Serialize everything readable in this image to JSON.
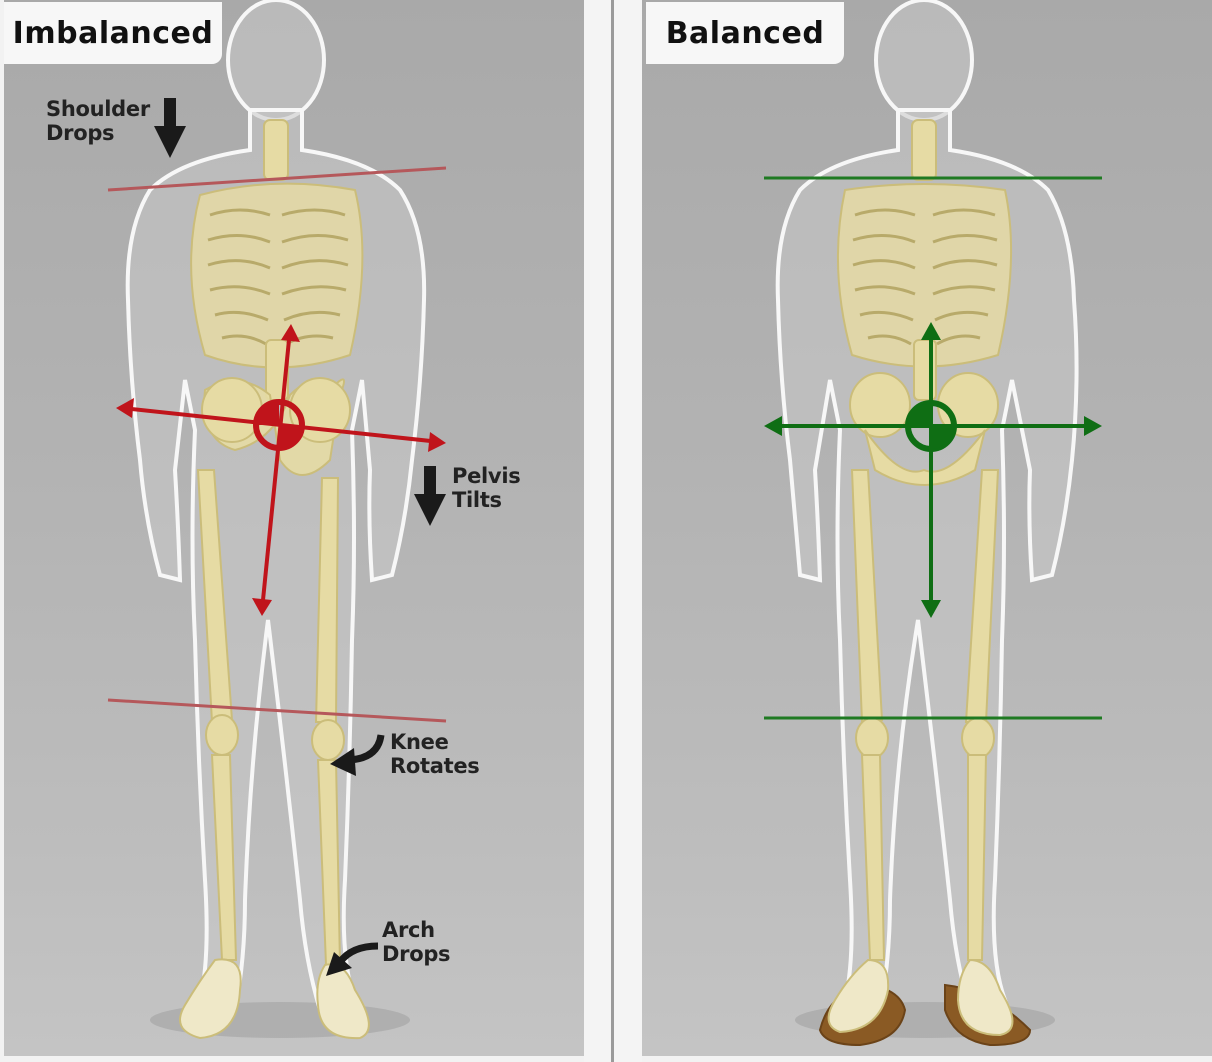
{
  "panels": {
    "left": {
      "title": "Imbalanced",
      "line_color": "#c0141b",
      "reference_line_color": "#b5585b",
      "annotations": [
        {
          "id": "shoulder",
          "line1": "Shoulder",
          "line2": "Drops"
        },
        {
          "id": "pelvis",
          "line1": "Pelvis",
          "line2": "Tilts"
        },
        {
          "id": "knee",
          "line1": "Knee",
          "line2": "Rotates"
        },
        {
          "id": "arch",
          "line1": "Arch",
          "line2": "Drops"
        }
      ]
    },
    "right": {
      "title": "Balanced",
      "line_color": "#0f6e14",
      "reference_line_color": "#1f7a22",
      "annotations": []
    }
  },
  "colors": {
    "background": "#b3b3b3",
    "bone": "#e6dba4",
    "body_outline": "#f5f5f5",
    "arrow": "#1a1a1a",
    "sandal": "#8a5a24"
  }
}
